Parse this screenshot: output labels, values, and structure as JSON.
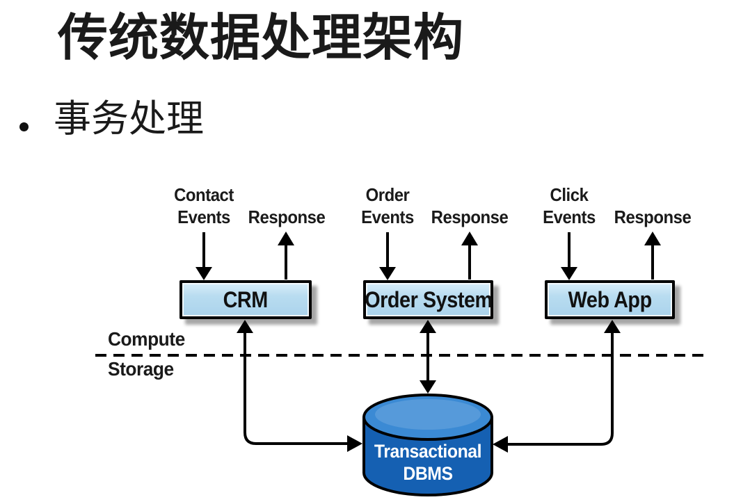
{
  "title": "传统数据处理架构",
  "bullets": [
    {
      "text": "事务处理"
    }
  ],
  "diagram": {
    "groups": [
      {
        "input_line1": "Contact",
        "input_line2": "Events",
        "output": "Response",
        "box": "CRM"
      },
      {
        "input_line1": "Order",
        "input_line2": "Events",
        "output": "Response",
        "box": "Order System"
      },
      {
        "input_line1": "Click",
        "input_line2": "Events",
        "output": "Response",
        "box": "Web App"
      }
    ],
    "layers": {
      "above": "Compute",
      "below": "Storage"
    },
    "database": {
      "line1": "Transactional",
      "line2": "DBMS"
    },
    "colors": {
      "box_fill": "#b8dcf0",
      "box_border": "#000000",
      "cylinder_top": "#3b8ad4",
      "cylinder_body": "#1560b2",
      "cylinder_text": "#ffffff",
      "line": "#000000",
      "text": "#1a1a1a"
    }
  }
}
